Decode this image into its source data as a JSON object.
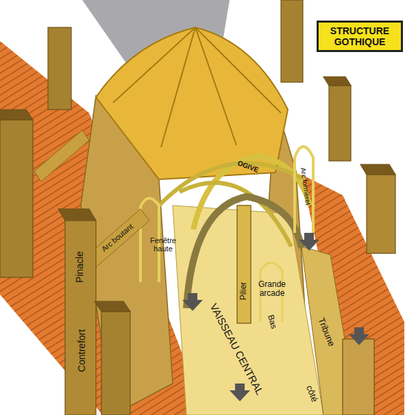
{
  "diagram": {
    "title": "STRUCTURE GOTHIQUE",
    "labels": [
      "OGIVE",
      "Arc formeret",
      "Arc boutant",
      "Fenêtre haute",
      "Pinacle",
      "Contrefort",
      "Pilier",
      "Grande arcade",
      "Bas",
      "Tribune",
      "VAISSEAU CENTRAL",
      "côté"
    ]
  }
}
